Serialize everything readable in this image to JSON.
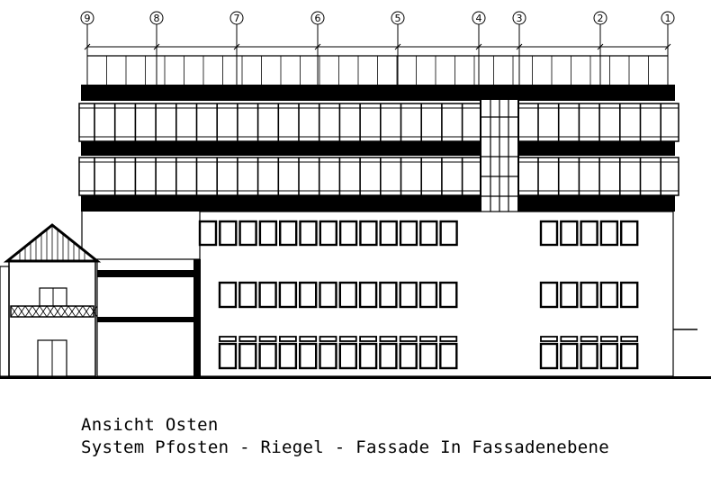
{
  "caption": {
    "line1": "Ansicht Osten",
    "line2": "System Pfosten - Riegel - Fassade In Fassadenebene"
  },
  "axes": [
    {
      "label": "9"
    },
    {
      "label": "8"
    },
    {
      "label": "7"
    },
    {
      "label": "6"
    },
    {
      "label": "5"
    },
    {
      "label": "4"
    },
    {
      "label": "3"
    },
    {
      "label": "2"
    },
    {
      "label": "1"
    }
  ]
}
